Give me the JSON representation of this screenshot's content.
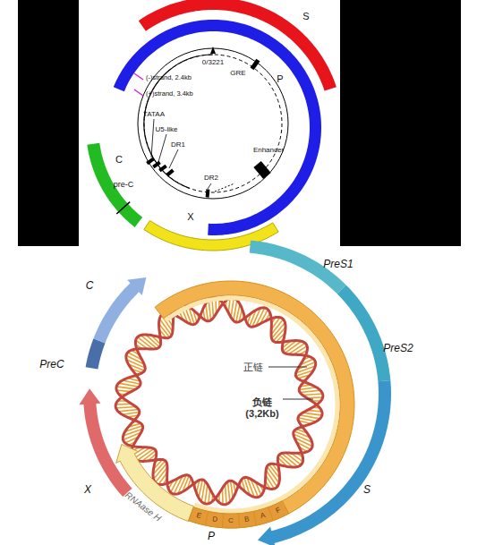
{
  "diagram": {
    "nodes": [
      {
        "text": [
          "S"
        ]
      },
      {
        "text": [
          "P"
        ]
      },
      {
        "text": [
          "C",
          "pre-C"
        ]
      },
      {
        "text": [
          "X"
        ]
      },
      {
        "text": [
          "PreS1"
        ]
      },
      {
        "text": [
          "PreS2"
        ]
      },
      {
        "text": [
          "S"
        ]
      },
      {
        "text": [
          "P",
          "RNAase H"
        ]
      },
      {
        "text": [
          "X"
        ]
      },
      {
        "text": [
          "PreC"
        ]
      },
      {
        "text": [
          "C"
        ]
      },
      {
        "text": [
          "E",
          "D",
          "C",
          "B",
          "A",
          "F"
        ]
      }
    ],
    "labels": [
      "0/3221",
      "GRE",
      "(-)strand, 2.4kb",
      "(+)strand, 3.4kb",
      "TATAA",
      "U5-like",
      "DR1",
      "Enhancer",
      "DR2",
      "正链",
      "负链 (3,2Kb)"
    ]
  }
}
